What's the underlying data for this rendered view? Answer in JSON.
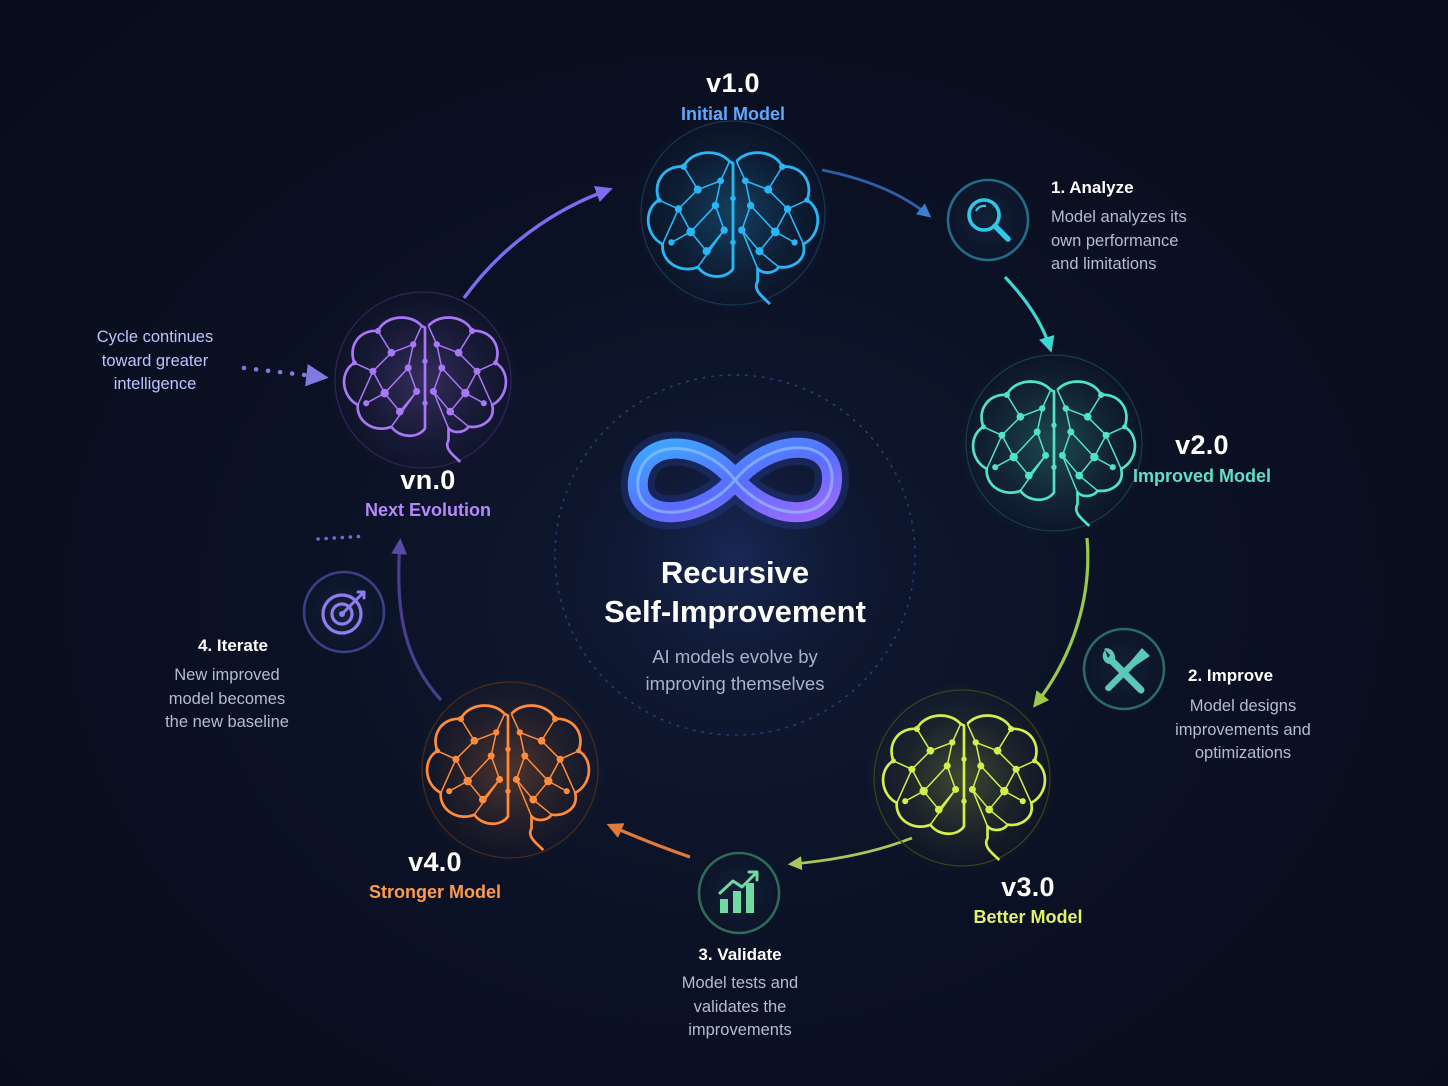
{
  "center": {
    "title_line1": "Recursive",
    "title_line2": "Self-Improvement",
    "subtitle_line1": "AI models evolve by",
    "subtitle_line2": "improving themselves"
  },
  "nodes": [
    {
      "version": "v1.0",
      "label": "Initial Model",
      "color": "#29b6f6",
      "label_color": "#5fa8ff"
    },
    {
      "version": "v2.0",
      "label": "Improved Model",
      "color": "#4fe3c8",
      "label_color": "#5fe0c4"
    },
    {
      "version": "v3.0",
      "label": "Better Model",
      "color": "#d4ee4a",
      "label_color": "#e2f06a"
    },
    {
      "version": "v4.0",
      "label": "Stronger Model",
      "color": "#ff8c3a",
      "label_color": "#ff9a4a"
    },
    {
      "version": "vn.0",
      "label": "Next Evolution",
      "color": "#a877f5",
      "label_color": "#b887ff"
    }
  ],
  "steps": [
    {
      "title": "1. Analyze",
      "lines": [
        "Model analyzes its",
        "own performance",
        "and limitations"
      ],
      "icon": "magnifier-icon",
      "color": "#2ec8e8"
    },
    {
      "title": "2. Improve",
      "lines": [
        "Model designs",
        "improvements and",
        "optimizations"
      ],
      "icon": "wrench-screwdriver-icon",
      "color": "#5cc8b8"
    },
    {
      "title": "3. Validate",
      "lines": [
        "Model tests and",
        "validates the",
        "improvements"
      ],
      "icon": "growth-chart-icon",
      "color": "#6fdba0"
    },
    {
      "title": "4. Iterate",
      "lines": [
        "New improved",
        "model becomes",
        "the new baseline"
      ],
      "icon": "target-icon",
      "color": "#8e7cf0"
    }
  ],
  "cycle_note": {
    "lines": [
      "Cycle continues",
      "toward greater",
      "intelligence"
    ],
    "color": "#b9c4ff"
  }
}
